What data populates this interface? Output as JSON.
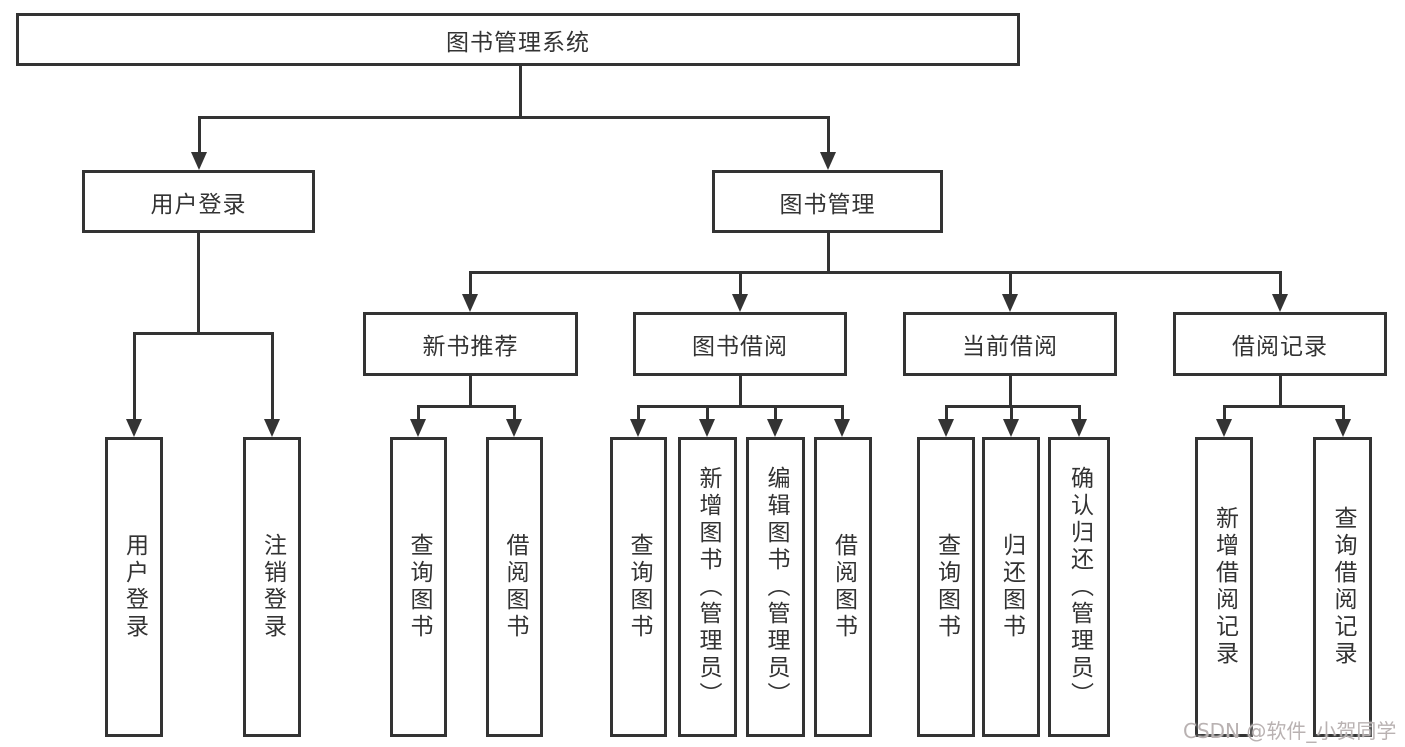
{
  "tree": {
    "root": "图书管理系统",
    "level2": [
      {
        "label": "用户登录",
        "leaves": [
          "用户登录",
          "注销登录"
        ]
      },
      {
        "label": "图书管理",
        "children": [
          {
            "label": "新书推荐",
            "leaves": [
              "查询图书",
              "借阅图书"
            ]
          },
          {
            "label": "图书借阅",
            "leaves": [
              "查询图书",
              "新增图书（管理员）",
              "编辑图书（管理员）",
              "借阅图书"
            ]
          },
          {
            "label": "当前借阅",
            "leaves": [
              "查询图书",
              "归还图书",
              "确认归还（管理员）"
            ]
          },
          {
            "label": "借阅记录",
            "leaves": [
              "新增借阅记录",
              "查询借阅记录"
            ]
          }
        ]
      }
    ]
  },
  "watermark": {
    "text": "CSDN @软件_小贺同学"
  },
  "colors": {
    "line": "#333333",
    "text": "#333333",
    "box_background": "#ffffff",
    "page_background": "#ffffff",
    "watermark": "#b9b2b2"
  }
}
